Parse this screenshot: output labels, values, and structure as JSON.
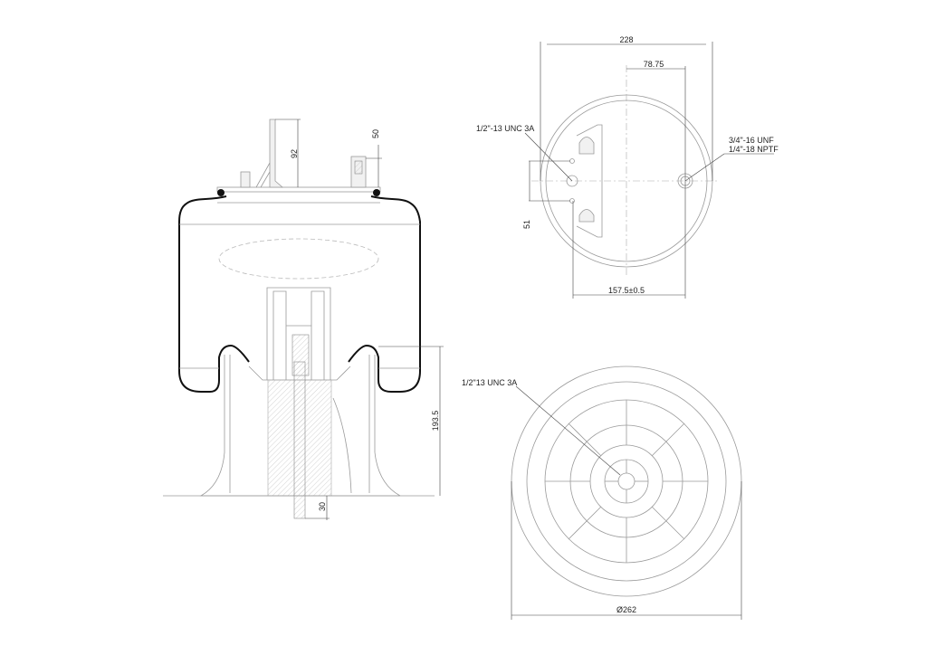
{
  "side_view": {
    "dim_bracket_height": "92",
    "dim_fitting_height": "50",
    "dim_piston_height": "193.5",
    "dim_stud_length": "30"
  },
  "top_view": {
    "dim_overall": "228",
    "dim_offset": "78.75",
    "dim_stud_spacing": "157.5±0.5",
    "dim_stud_pitch": "51",
    "stud_thread": "1/2\"-13 UNC 3A",
    "air_fitting_thread_1": "3/4\"-16 UNF",
    "air_fitting_thread_2": "1/4\"-18 NPTF"
  },
  "bottom_view": {
    "dim_diameter": "Ø262",
    "stud_thread": "1/2\"13 UNC 3A"
  }
}
